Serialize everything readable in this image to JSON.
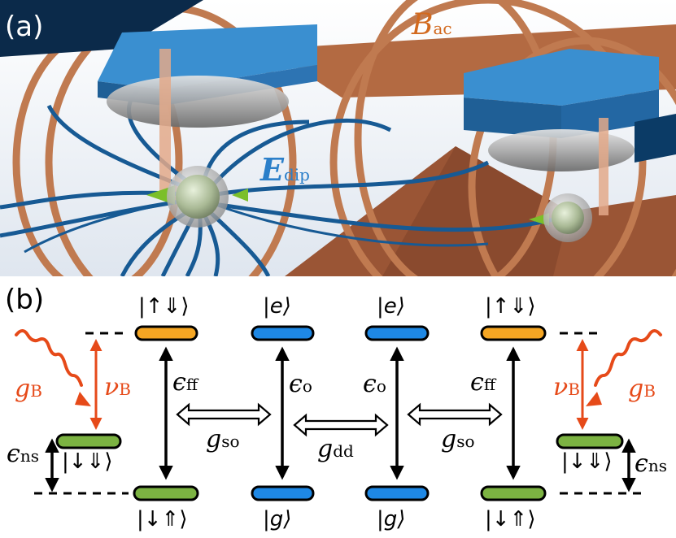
{
  "panel_a": {
    "label": "(a)",
    "b_field": {
      "symbol": "B",
      "subscript": "ac"
    },
    "e_field": {
      "symbol": "E",
      "subscript": "dip"
    }
  },
  "panel_b": {
    "label": "(b)",
    "kets": {
      "up_down_left": "|↑⇓⟩",
      "down_down_left": "|↓⇓⟩",
      "down_up_left": "|↓⇑⟩",
      "e_left": "|e⟩",
      "g_left": "|g⟩",
      "e_right": "|e⟩",
      "g_right": "|g⟩",
      "up_down_right": "|↑⇓⟩",
      "down_down_right": "|↓⇓⟩",
      "down_up_right": "|↓⇑⟩"
    },
    "labels": {
      "eps_ff": {
        "symbol": "ϵ",
        "subscript": "ff"
      },
      "eps_o": {
        "symbol": "ϵ",
        "subscript": "o"
      },
      "eps_ns": {
        "symbol": "ϵ",
        "subscript": "ns"
      },
      "g_so": {
        "symbol": "g",
        "subscript": "so"
      },
      "g_dd": {
        "symbol": "g",
        "subscript": "dd"
      },
      "g_B": {
        "symbol": "g",
        "subscript": "B"
      },
      "nu_B": {
        "symbol": "ν",
        "subscript": "B"
      }
    },
    "colors": {
      "orange_level": "#f5a623",
      "green_level": "#7cb342",
      "blue_level": "#1e88e5",
      "drive": "#e64a19"
    }
  }
}
